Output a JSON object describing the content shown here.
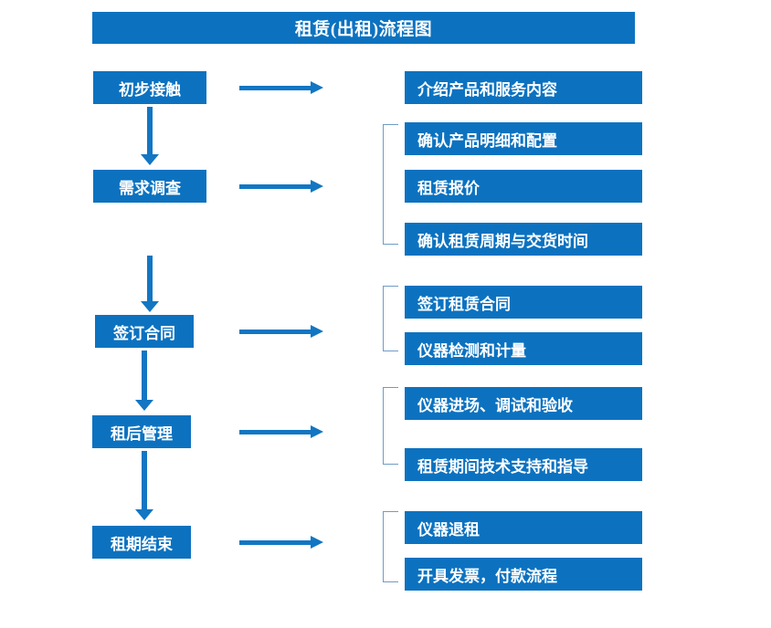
{
  "title": "租赁(出租)流程图",
  "colors": {
    "box_blue": "#0C72C0",
    "arrow_blue": "#1276C3",
    "bracket_blue": "#6E9BC8",
    "text_white": "#FFFFFF",
    "background": "#FFFFFF"
  },
  "stages": [
    {
      "label": "初步接触"
    },
    {
      "label": "需求调查"
    },
    {
      "label": "签订合同"
    },
    {
      "label": "租后管理"
    },
    {
      "label": "租期结束"
    }
  ],
  "details": [
    {
      "label": "介绍产品和服务内容"
    },
    {
      "label": "确认产品明细和配置"
    },
    {
      "label": "租赁报价"
    },
    {
      "label": "确认租赁周期与交货时间"
    },
    {
      "label": "签订租赁合同"
    },
    {
      "label": "仪器检测和计量"
    },
    {
      "label": "仪器进场、调试和验收"
    },
    {
      "label": "租赁期间技术支持和指导"
    },
    {
      "label": "仪器退租"
    },
    {
      "label": "开具发票，付款流程"
    }
  ],
  "groups": [
    {
      "stage": "需求调查",
      "details": [
        "确认产品明细和配置",
        "租赁报价",
        "确认租赁周期与交货时间"
      ]
    },
    {
      "stage": "签订合同",
      "details": [
        "签订租赁合同",
        "仪器检测和计量"
      ]
    },
    {
      "stage": "租后管理",
      "details": [
        "仪器进场、调试和验收",
        "租赁期间技术支持和指导"
      ]
    },
    {
      "stage": "租期结束",
      "details": [
        "仪器退租",
        "开具发票，付款流程"
      ]
    }
  ],
  "flow_connections": [
    {
      "from": "初步接触",
      "to": "需求调查",
      "direction": "down"
    },
    {
      "from": "需求调查",
      "to": "签订合同",
      "direction": "down"
    },
    {
      "from": "签订合同",
      "to": "租后管理",
      "direction": "down"
    },
    {
      "from": "租后管理",
      "to": "租期结束",
      "direction": "down"
    },
    {
      "from": "初步接触",
      "to": "介绍产品和服务内容",
      "direction": "right"
    },
    {
      "from": "需求调查",
      "to": "需求调查明细组",
      "direction": "right"
    },
    {
      "from": "签订合同",
      "to": "签订合同明细组",
      "direction": "right"
    },
    {
      "from": "租后管理",
      "to": "租后管理明细组",
      "direction": "right"
    },
    {
      "from": "租期结束",
      "to": "租期结束明细组",
      "direction": "right"
    }
  ]
}
